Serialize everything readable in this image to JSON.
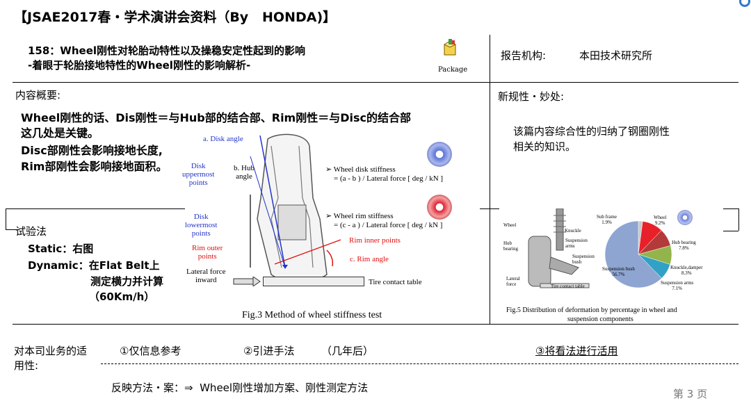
{
  "header": {
    "title": "【JSAE2017春・学术演讲会资料（By   HONDA)】"
  },
  "report": {
    "title_line1": "158：Wheel刚性对轮胎动特性以及操稳安定性起到的影响",
    "title_line2": "-着眼于轮胎接地特性的Wheel刚性的影响解析-",
    "package_label": "Package",
    "org_label": "报告机构:",
    "org_value": "本田技术研究所"
  },
  "summary": {
    "heading": "内容概要:",
    "line1": "Wheel刚性的话、Dis刚性＝与Hub部的结合部、Rim刚性＝与Disc的结合部",
    "line2": "这几处是关键。",
    "line3": "Disc部刚性会影响接地长度,",
    "line4": "Rim部刚性会影响接地面积。"
  },
  "novelty": {
    "heading": "新规性・妙处:",
    "line1": "该篇内容综合性的归纳了钢圈刚性",
    "line2": "相关的知识。"
  },
  "test": {
    "heading": "试验法",
    "static": "Static：右图",
    "dynamic": "Dynamic：在Flat Belt上",
    "dynamic2": "测定横力并计算",
    "dynamic3": "（60Km/h）"
  },
  "fig3": {
    "disk_angle": "a. Disk angle",
    "hub_angle": "b. Hub\nangle",
    "disk_upper": "Disk\nuppermost\npoints",
    "disk_lower": "Disk\nlowermost\npoints",
    "rim_outer": "Rim outer\npoints",
    "rim_inner": "Rim inner points",
    "rim_angle": "c. Rim angle",
    "lateral": "Lateral force\ninward",
    "contact": "Tire contact table",
    "disk_stiff1": "➢ Wheel disk stiffness",
    "disk_stiff2": "= (a - b ) / Lateral force [ deg / kN ]",
    "rim_stiff1": "➢ Wheel rim stiffness",
    "rim_stiff2": "= (c - a ) / Lateral force [ deg / kN ]",
    "caption": "Fig.3 Method of wheel stiffness test"
  },
  "fig5": {
    "labels": {
      "wheel": "Wheel",
      "hub": "Hub\nbearing",
      "knuckle": "Knuckle",
      "arms": "Suspension\narms",
      "bush": "Suspension\nbush",
      "lateral": "Lateral\nforce",
      "contact": "Tire contact table"
    },
    "caption1": "Fig.5 Distribution of deformation by percentage in wheel and",
    "caption2": "suspension components",
    "pie_labels": {
      "subframe": "Sub frame\n1.9%",
      "wheel": "Wheel\n9.2%",
      "hub": "Hub bearing\n7.8%",
      "knuckle": "Knuckle,damper\n8.3%",
      "arms": "Suspension arms\n7.1%",
      "bush": "Suspension bush\n56.7%"
    }
  },
  "pie": [
    {
      "name": "Sub frame",
      "value": 1.9,
      "color": "#C8C8C8"
    },
    {
      "name": "Wheel",
      "value": 9.2,
      "color": "#E8202A"
    },
    {
      "name": "Hub bearing",
      "value": 7.8,
      "color": "#B43A3A"
    },
    {
      "name": "Knuckle,damper",
      "value": 8.3,
      "color": "#93B44B"
    },
    {
      "name": "Suspension arms",
      "value": 7.1,
      "color": "#31A1C5"
    },
    {
      "name": "Suspension bush",
      "value": 56.7,
      "color": "#8EA5D1"
    }
  ],
  "applicability": {
    "label1": "对本司业务的适",
    "label2": "用性:",
    "opt1": "①仅信息参考",
    "opt2": "②引进手法",
    "opt2b": "（几年后）",
    "opt3": "③将看法进行活用",
    "reflect": "反映方法・案：⇒  Wheel刚性增加方案、刚性测定方法",
    "page": "第 3 页"
  }
}
